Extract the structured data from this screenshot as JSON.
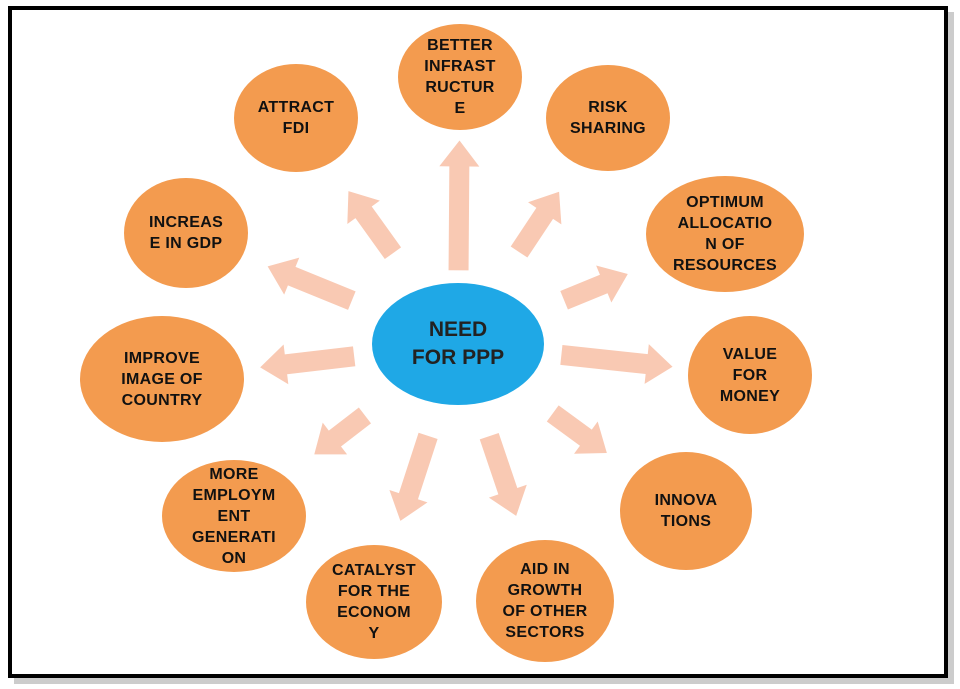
{
  "diagram": {
    "center": {
      "label": "NEED\nFOR PPP",
      "color": "#1FA8E6"
    },
    "node_color": "#F39B4F",
    "arrow_color": "#F9C9B3",
    "nodes": [
      {
        "id": "better-infrastructure",
        "label": "BETTER\nINFRAST\nRUCTUR\nE"
      },
      {
        "id": "risk-sharing",
        "label": "RISK\nSHARING"
      },
      {
        "id": "optimum-allocation",
        "label": "OPTIMUM\nALLOCATIO\nN OF\nRESOURCES"
      },
      {
        "id": "value-for-money",
        "label": "VALUE\nFOR\nMONEY"
      },
      {
        "id": "innovations",
        "label": "INNOVA\nTIONS"
      },
      {
        "id": "aid-in-growth",
        "label": "AID IN\nGROWTH\nOF OTHER\nSECTORS"
      },
      {
        "id": "catalyst",
        "label": "CATALYST\nFOR THE\nECONOM\nY"
      },
      {
        "id": "more-employment",
        "label": "MORE\nEMPLOYM\nENT\nGENERATI\nON"
      },
      {
        "id": "improve-image",
        "label": "IMPROVE\nIMAGE OF\nCOUNTRY"
      },
      {
        "id": "increase-gdp",
        "label": "INCREAS\nE IN GDP"
      },
      {
        "id": "attract-fdi",
        "label": "ATTRACT\nFDI"
      }
    ]
  }
}
